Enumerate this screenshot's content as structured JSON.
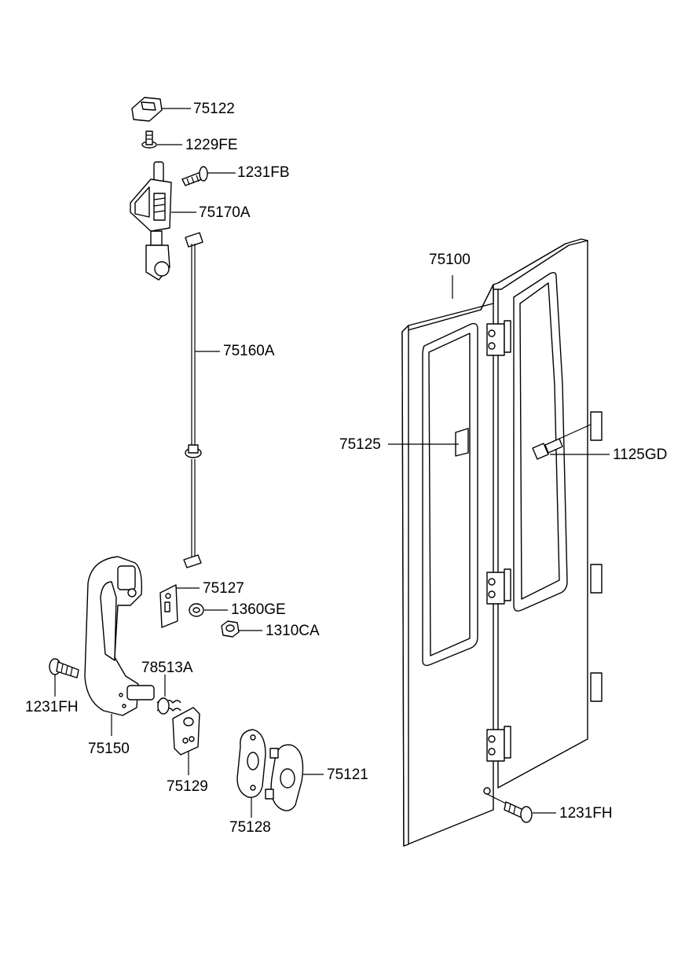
{
  "labels": {
    "p75122": "75122",
    "p1229FE": "1229FE",
    "p1231FB": "1231FB",
    "p75170A": "75170A",
    "p75160A": "75160A",
    "p75100": "75100",
    "p75125": "75125",
    "p1125GD": "1125GD",
    "p75127": "75127",
    "p1360GE": "1360GE",
    "p1310CA": "1310CA",
    "p78513A": "78513A",
    "p1231FH_left": "1231FH",
    "p75150": "75150",
    "p75129": "75129",
    "p75121": "75121",
    "p75128": "75128",
    "p1231FH_right": "1231FH"
  }
}
